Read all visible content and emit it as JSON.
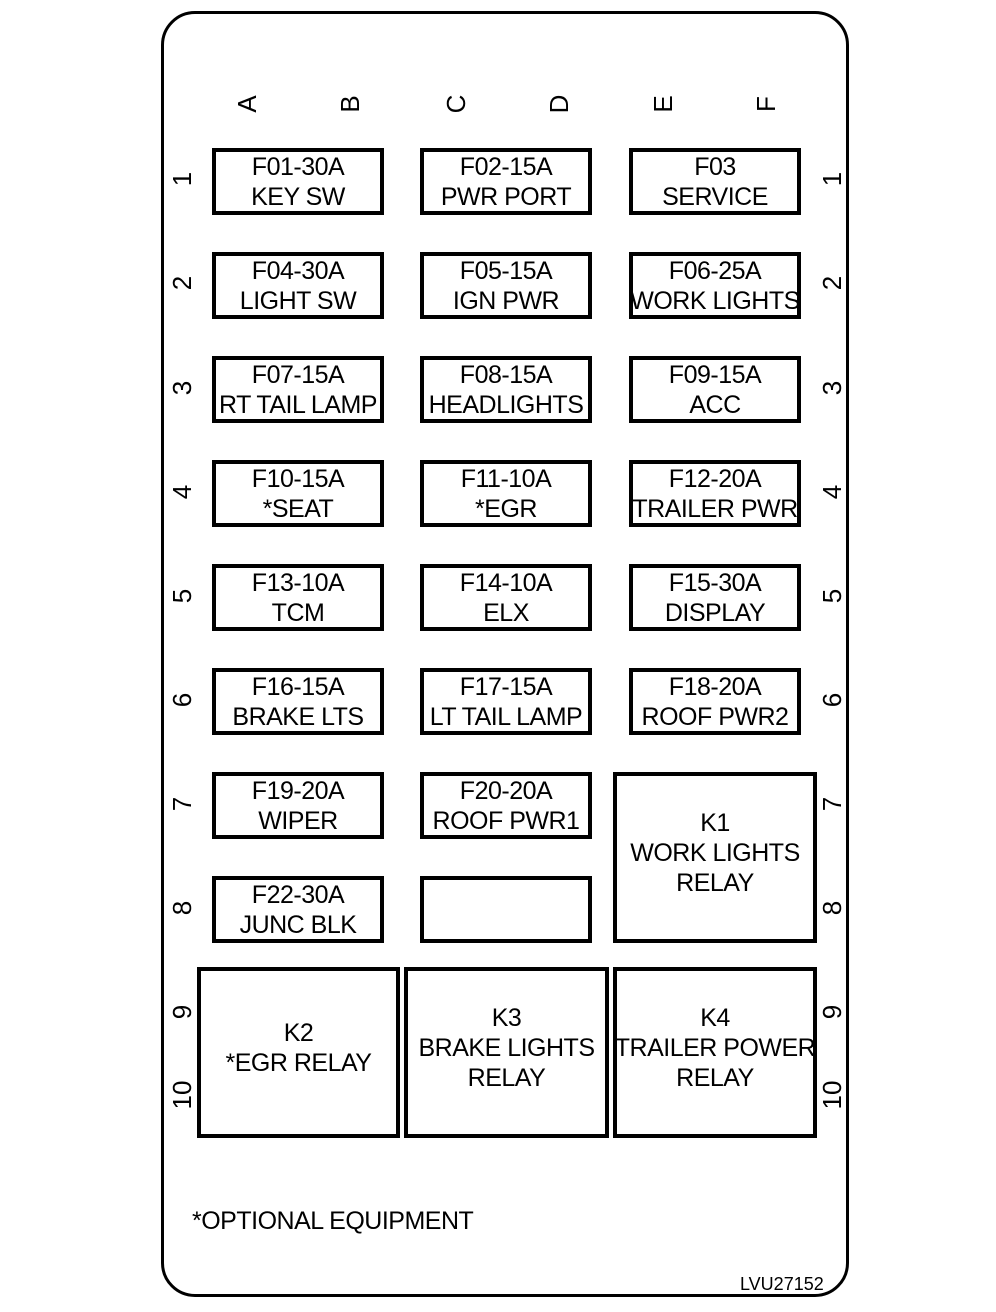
{
  "columns": [
    "A",
    "B",
    "C",
    "D",
    "E",
    "F"
  ],
  "rows": [
    "1",
    "2",
    "3",
    "4",
    "5",
    "6",
    "7",
    "8",
    "9",
    "10"
  ],
  "fuses": [
    {
      "id": "F01",
      "line1": "F01-30A",
      "line2": "KEY SW"
    },
    {
      "id": "F02",
      "line1": "F02-15A",
      "line2": "PWR PORT"
    },
    {
      "id": "F03",
      "line1": "F03",
      "line2": "SERVICE"
    },
    {
      "id": "F04",
      "line1": "F04-30A",
      "line2": "LIGHT SW"
    },
    {
      "id": "F05",
      "line1": "F05-15A",
      "line2": "IGN PWR"
    },
    {
      "id": "F06",
      "line1": "F06-25A",
      "line2": "WORK LIGHTS"
    },
    {
      "id": "F07",
      "line1": "F07-15A",
      "line2": "RT TAIL LAMP"
    },
    {
      "id": "F08",
      "line1": "F08-15A",
      "line2": "HEADLIGHTS"
    },
    {
      "id": "F09",
      "line1": "F09-15A",
      "line2": "ACC"
    },
    {
      "id": "F10",
      "line1": "F10-15A",
      "line2": "*SEAT"
    },
    {
      "id": "F11",
      "line1": "F11-10A",
      "line2": "*EGR"
    },
    {
      "id": "F12",
      "line1": "F12-20A",
      "line2": "TRAILER PWR"
    },
    {
      "id": "F13",
      "line1": "F13-10A",
      "line2": "TCM"
    },
    {
      "id": "F14",
      "line1": "F14-10A",
      "line2": "ELX"
    },
    {
      "id": "F15",
      "line1": "F15-30A",
      "line2": "DISPLAY"
    },
    {
      "id": "F16",
      "line1": "F16-15A",
      "line2": "BRAKE LTS"
    },
    {
      "id": "F17",
      "line1": "F17-15A",
      "line2": "LT TAIL LAMP"
    },
    {
      "id": "F18",
      "line1": "F18-20A",
      "line2": "ROOF PWR2"
    },
    {
      "id": "F19",
      "line1": "F19-20A",
      "line2": "WIPER"
    },
    {
      "id": "F20",
      "line1": "F20-20A",
      "line2": "ROOF PWR1"
    },
    {
      "id": "F22",
      "line1": "F22-30A",
      "line2": "JUNC BLK"
    },
    {
      "id": "empty",
      "line1": "",
      "line2": ""
    }
  ],
  "relays": [
    {
      "id": "K1",
      "lines": [
        "K1",
        "WORK LIGHTS",
        "RELAY"
      ]
    },
    {
      "id": "K2",
      "lines": [
        "K2",
        "*EGR RELAY"
      ]
    },
    {
      "id": "K3",
      "lines": [
        "K3",
        "BRAKE LIGHTS",
        "RELAY"
      ]
    },
    {
      "id": "K4",
      "lines": [
        "K4",
        "TRAILER POWER",
        "RELAY"
      ]
    }
  ],
  "footnote": "*OPTIONAL EQUIPMENT",
  "figure_code": "LVU27152"
}
